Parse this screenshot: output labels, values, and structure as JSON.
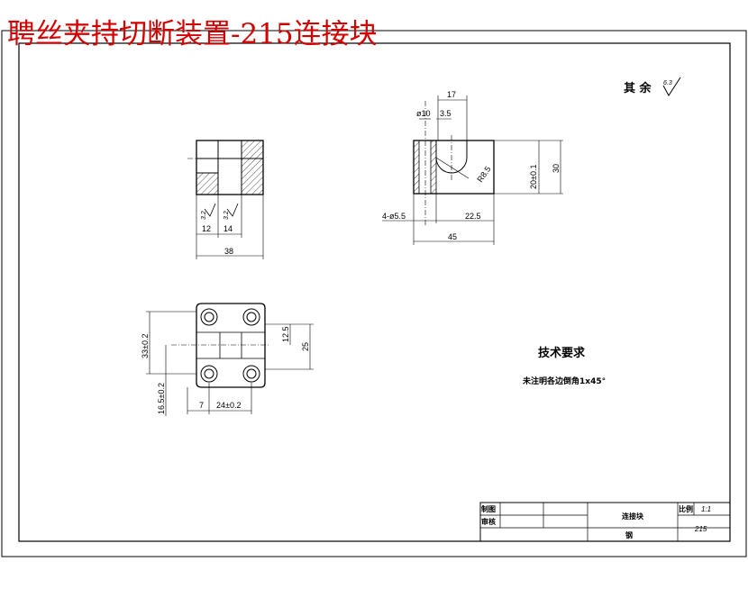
{
  "title": "聘丝夹持切断装置-215连接块",
  "roughness_note": {
    "label": "其 余",
    "value": "6.3"
  },
  "front_view": {
    "dims": {
      "w12": "12",
      "w14": "14",
      "w38": "38",
      "rough_a": "3.2",
      "rough_b": "3.2"
    }
  },
  "side_view": {
    "dims": {
      "w17": "17",
      "d10": "ø10",
      "w3_5": "3.5",
      "r8": "R8.5",
      "h20": "20±0.1",
      "h30": "30",
      "holes": "4-ø5.5",
      "w22_5": "22.5",
      "w45": "45"
    }
  },
  "top_view": {
    "dims": {
      "h33": "33±0.2",
      "h16": "16.5±0.2",
      "h12_5": "12.5",
      "h25": "25",
      "w7": "7",
      "w24": "24±0.2"
    }
  },
  "tech_requirements": {
    "heading": "技术要求",
    "line1": "未注明各边倒角1x45°"
  },
  "title_block": {
    "drawn_label": "制图",
    "checked_label": "审核",
    "part_name": "连接块",
    "material": "钢",
    "scale_label": "比例",
    "scale_value": "1:1",
    "drawing_no": "215"
  }
}
